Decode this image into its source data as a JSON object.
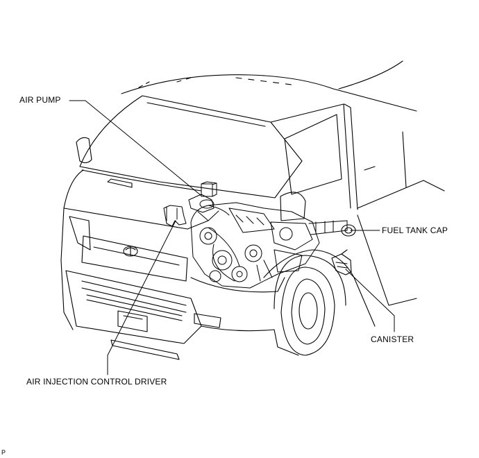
{
  "callouts": {
    "air_pump": "AIR PUMP",
    "fuel_tank_cap": "FUEL TANK CAP",
    "canister": "CANISTER",
    "air_injection_control_driver": "AIR INJECTION CONTROL DRIVER"
  },
  "figure_code": "P"
}
